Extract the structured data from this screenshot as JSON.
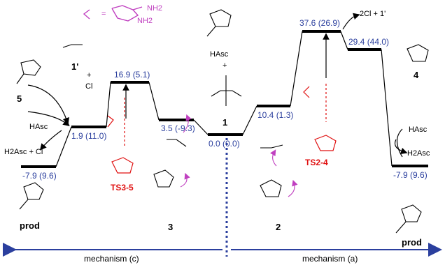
{
  "levels": {
    "prod_left": "-7.9 (9.6)",
    "int_5": "1.9 (11.0)",
    "ts_3_5": "16.9 (5.1)",
    "int_3": "3.5 (-9.3)",
    "ref": "0.0 (0.0)",
    "int_2": "10.4 (1.3)",
    "ts_2_4": "37.6 (26.9)",
    "int_4": "29.4 (44.0)",
    "prod_right": "-7.9 (9.6)"
  },
  "species": {
    "prod_left": "prod",
    "prod_right": "prod",
    "int_5": "5",
    "int_3": "3",
    "int_1": "1",
    "int_2": "2",
    "int_4": "4",
    "cat": "1'",
    "ts_3_5": "TS3-5",
    "ts_2_4": "TS2-4"
  },
  "text": {
    "hasc_top": "HAsc",
    "plus": "+",
    "plus_cl": "+",
    "cl_minus": "Cl",
    "hasc_left": "HAsc",
    "h2asc_cl": "H2Asc + Cl",
    "hasc_right": "HAsc",
    "h2asc_right": "H2Asc",
    "cl2_plus": "2Cl + 1'",
    "nn_eq": "=",
    "nh2_a": "NH2",
    "nh2_b": "NH2"
  },
  "axis": {
    "mech_c": "mechanism (c)",
    "mech_a": "mechanism (a)"
  },
  "colors": {
    "level_text": "#2b3f9e",
    "transition_state": "#e01010",
    "ligand": "#c040c0",
    "arrow": "#2b3f9e"
  }
}
